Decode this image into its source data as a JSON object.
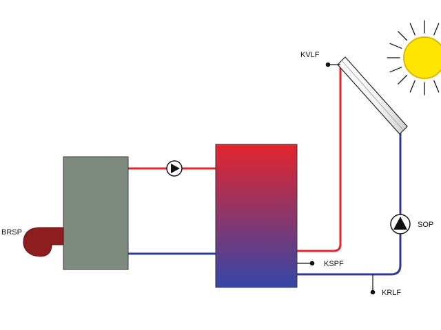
{
  "labels": {
    "kvlf": "KVLF",
    "brsp": "BRSP",
    "kspf": "KSPF",
    "krlf": "KRLF",
    "sop": "SOP"
  },
  "colors": {
    "hot_pipe": "#e0262e",
    "cold_pipe": "#2e3a9a",
    "boiler": "#7d8b7e",
    "burner": "#8e1d1f",
    "tank_top": "#e3252d",
    "tank_bottom": "#3446a6",
    "sun": "#ffe600",
    "sun_stroke": "#d9b800",
    "sensor": "#111111"
  },
  "icons": {
    "sun": "sun-icon",
    "collector": "solar-collector-icon",
    "boiler_pump": "pump-icon",
    "solar_pump": "pump-icon",
    "burner": "burner-icon"
  }
}
